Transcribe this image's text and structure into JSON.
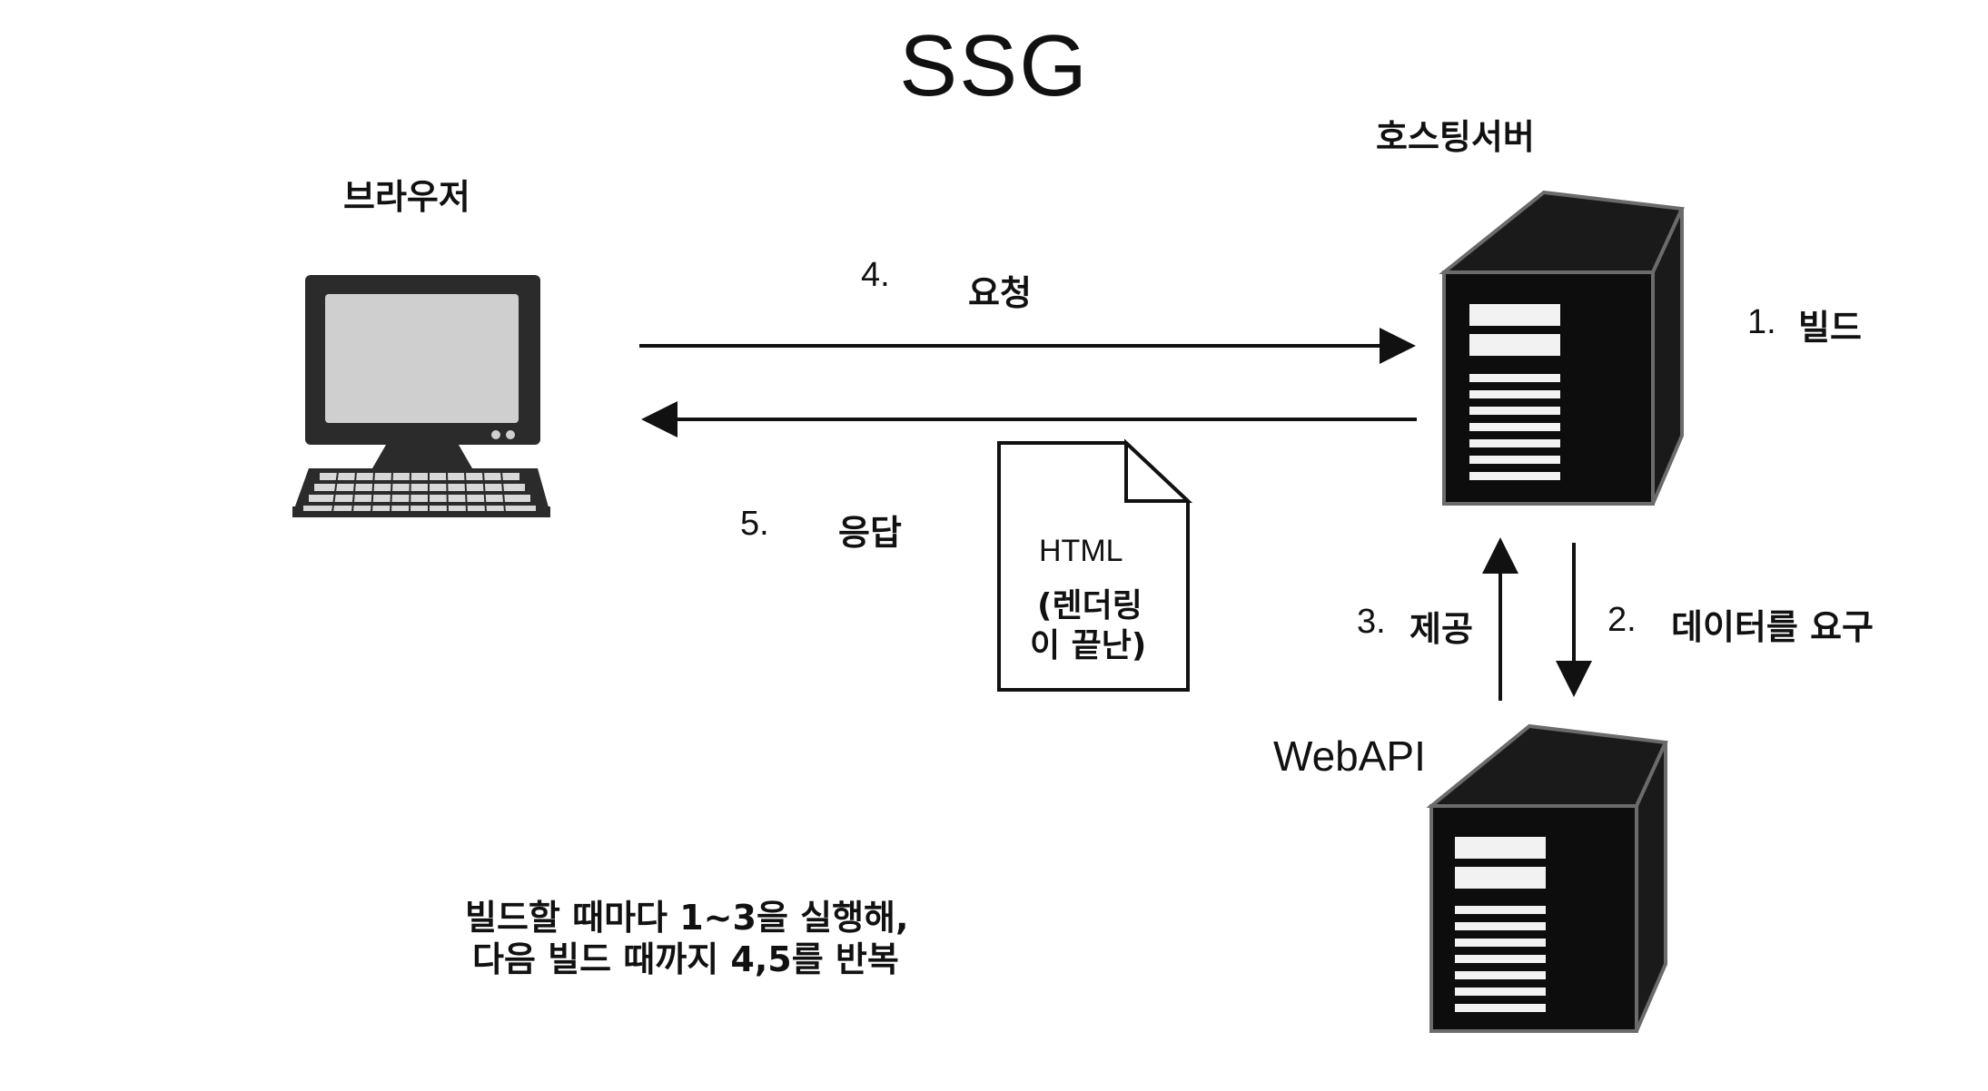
{
  "title": "SSG",
  "browser_label": "브라우저",
  "hosting_label": "호스팅서버",
  "webapi_label": "WebAPI",
  "steps": {
    "s1_num": "1.",
    "s1_text": "빌드",
    "s2_num": "2.",
    "s2_text": "데이터를 요구",
    "s3_num": "3.",
    "s3_text": "제공",
    "s4_num": "4.",
    "s4_text": "요청",
    "s5_num": "5.",
    "s5_text": "응답"
  },
  "document": {
    "type": "HTML",
    "line1": "(렌더링",
    "line2": "이 끝난)"
  },
  "note": {
    "line1": "빌드할 때마다 1~3을 실행해,",
    "line2": "다음 빌드 때까지 4,5를 반복"
  }
}
